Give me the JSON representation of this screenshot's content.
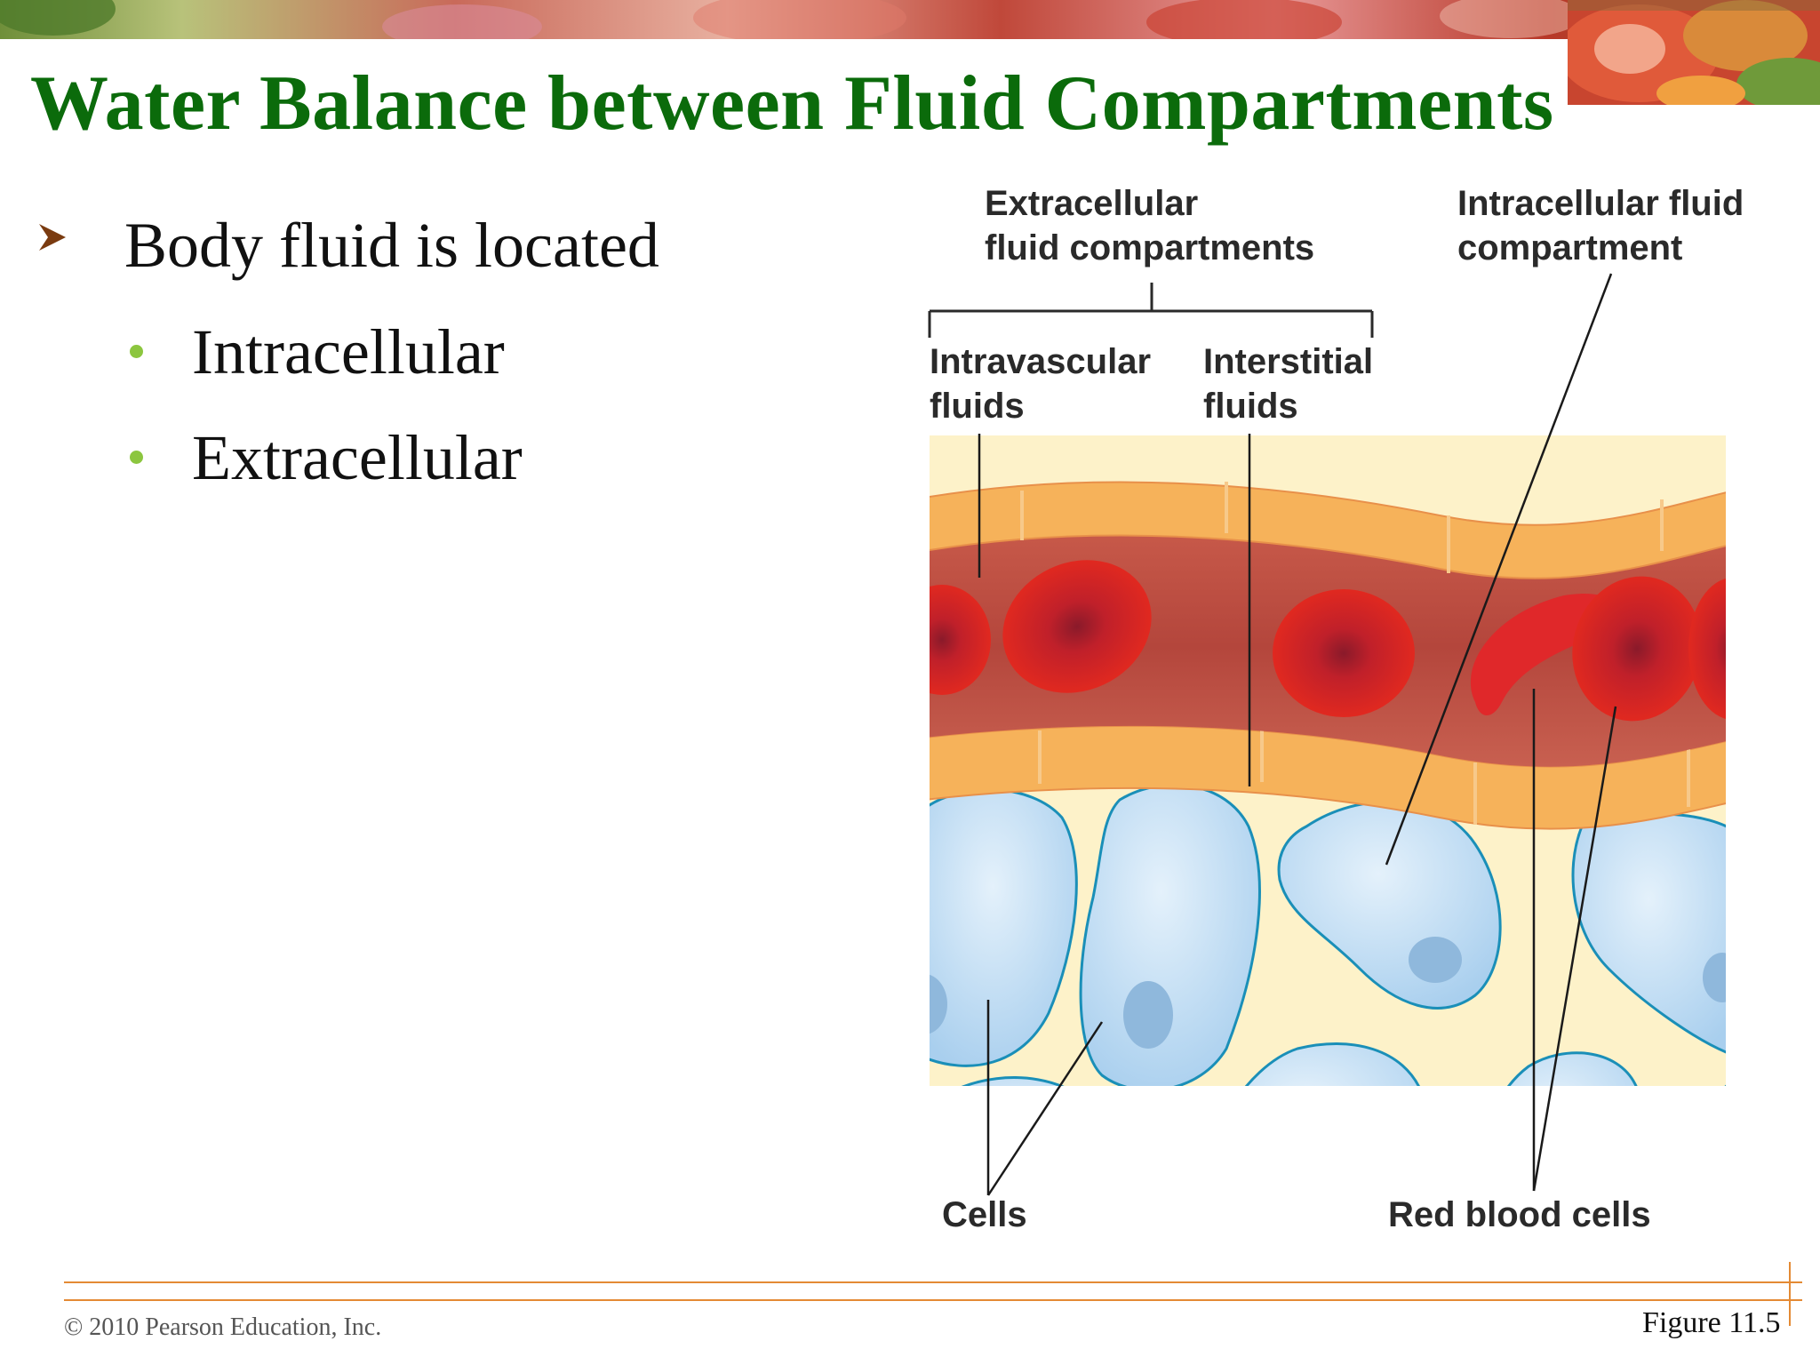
{
  "slide": {
    "title": "Water Balance between Fluid Compartments",
    "bullets": [
      {
        "text": "Body fluid is located",
        "level": 1,
        "marker": "arrow-bullet-icon"
      },
      {
        "text": "Intracellular",
        "level": 2,
        "marker": "green-dot-bullet-icon"
      },
      {
        "text": "Extracellular",
        "level": 2,
        "marker": "green-dot-bullet-icon"
      }
    ],
    "footer": {
      "copyright": "© 2010 Pearson Education, Inc.",
      "figure_ref": "Figure 11.5"
    }
  },
  "figure": {
    "labels": {
      "extracellular_line1": "Extracellular",
      "extracellular_line2": "fluid compartments",
      "intracellular_line1": "Intracellular fluid",
      "intracellular_line2": "compartment",
      "intravascular_line1": "Intravascular",
      "intravascular_line2": "fluids",
      "interstitial_line1": "Interstitial",
      "interstitial_line2": "fluids",
      "cells": "Cells",
      "red_blood_cells": "Red blood cells"
    }
  },
  "colors": {
    "title_green": "#0b6b0b",
    "bullet_green": "#8cc63f",
    "arrow_brown": "#7a3b10",
    "footer_orange": "#e48a34",
    "vessel_wall": "#f6b25a",
    "blood_plasma": "#b5493f",
    "red_blood_cell": "#e02020",
    "interstitial": "#fdf2c9",
    "cell_fill": "#b8d8f0",
    "cell_outline": "#1a8fb8"
  }
}
